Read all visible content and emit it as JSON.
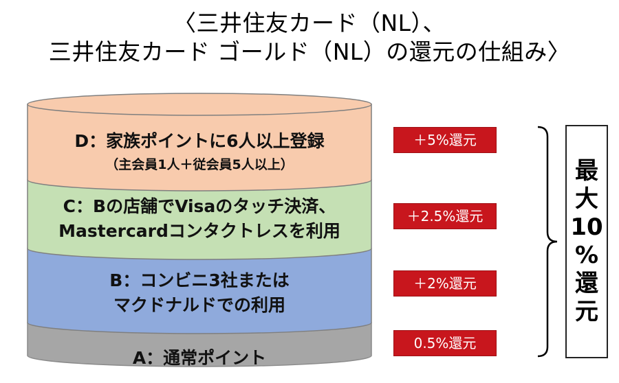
{
  "title": {
    "line1": "〈三井住友カード（NL）、",
    "line2": "三井住友カード ゴールド（NL）の還元の仕組み〉"
  },
  "layers": [
    {
      "id": "D",
      "line1": "D：家族ポイントに6人以上登録",
      "line2": "（主会員1人＋従会員5人以上）",
      "color": "#f8cbad"
    },
    {
      "id": "C",
      "line1": "C：Bの店舗でVisaのタッチ決済、",
      "line2": "Mastercardコンタクトレスを利用",
      "color": "#c5e0b4"
    },
    {
      "id": "B",
      "line1": "B：コンビニ3社または",
      "line2": "マクドナルドでの利用",
      "color": "#8faadc"
    },
    {
      "id": "A",
      "line1": "A：通常ポイント",
      "color": "#a6a6a6"
    }
  ],
  "badges": {
    "d": "＋5%還元",
    "c": "＋2.5%還元",
    "b": "＋2%還元",
    "a": "0.5%還元"
  },
  "max_box": [
    "最",
    "大",
    "10",
    "%",
    "還",
    "元"
  ],
  "colors": {
    "badge": "#c8161d",
    "outline": "#808080"
  }
}
